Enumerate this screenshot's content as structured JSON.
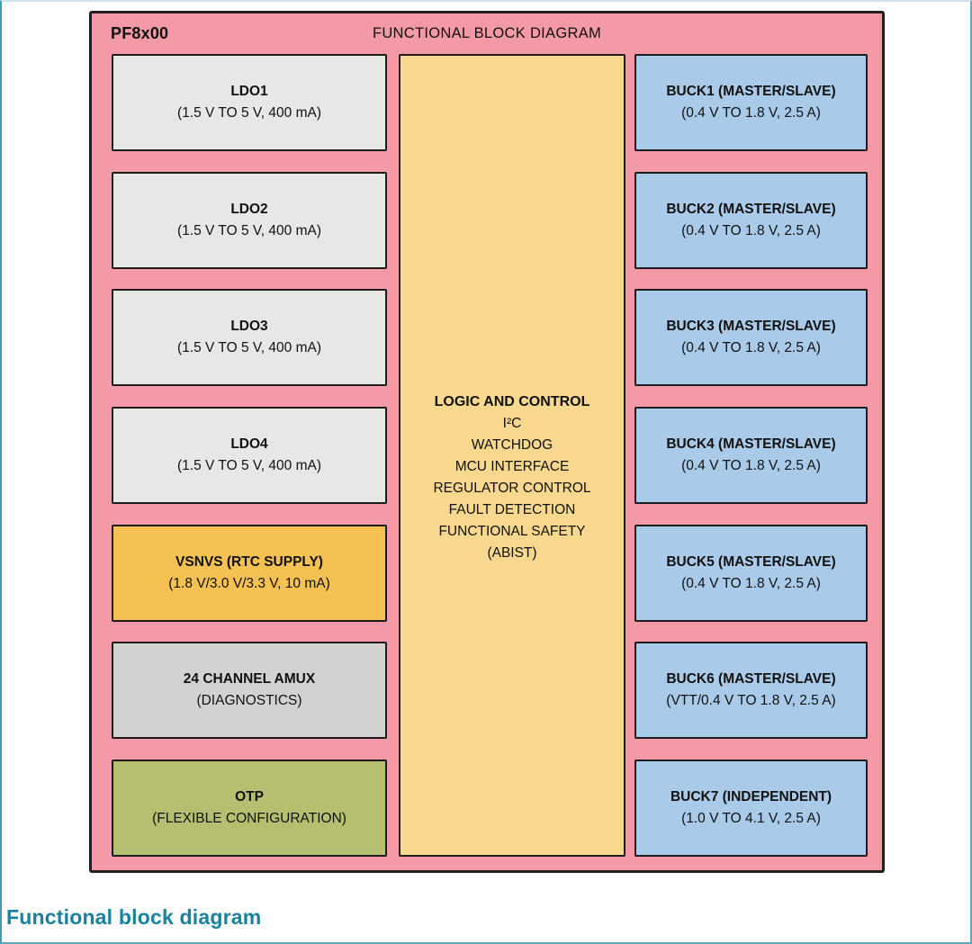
{
  "page": {
    "caption": "Functional block diagram"
  },
  "diagram": {
    "title_left": "PF8x00",
    "title_center": "FUNCTIONAL BLOCK DIAGRAM",
    "colors": {
      "panel": "#f499a6",
      "ldo": "#e7e7e6",
      "vsnvs": "#f6c153",
      "amux": "#d2d2d1",
      "otp": "#b6bf6f",
      "buck": "#a9cae8",
      "logic": "#f8d88f",
      "border": "#1c1c1c",
      "caption": "#1781a0"
    },
    "left_blocks": [
      {
        "id": "ldo1",
        "title": "LDO1",
        "subtitle": "(1.5 V TO 5 V, 400 mA)",
        "color_key": "ldo"
      },
      {
        "id": "ldo2",
        "title": "LDO2",
        "subtitle": "(1.5 V TO 5 V, 400 mA)",
        "color_key": "ldo"
      },
      {
        "id": "ldo3",
        "title": "LDO3",
        "subtitle": "(1.5 V TO 5 V, 400 mA)",
        "color_key": "ldo"
      },
      {
        "id": "ldo4",
        "title": "LDO4",
        "subtitle": "(1.5 V TO 5 V, 400 mA)",
        "color_key": "ldo"
      },
      {
        "id": "vsnvs",
        "title": "VSNVS (RTC SUPPLY)",
        "subtitle": "(1.8 V/3.0 V/3.3 V, 10 mA)",
        "color_key": "vsnvs"
      },
      {
        "id": "amux",
        "title": "24 CHANNEL AMUX",
        "subtitle": "(DIAGNOSTICS)",
        "color_key": "amux"
      },
      {
        "id": "otp",
        "title": "OTP",
        "subtitle": "(FLEXIBLE CONFIGURATION)",
        "color_key": "otp"
      }
    ],
    "center_block": {
      "title": "LOGIC AND CONTROL",
      "lines": [
        "I²C",
        "WATCHDOG",
        "MCU INTERFACE",
        "REGULATOR CONTROL",
        "FAULT DETECTION",
        "FUNCTIONAL SAFETY",
        "(ABIST)"
      ]
    },
    "right_blocks": [
      {
        "id": "buck1",
        "title": "BUCK1 (MASTER/SLAVE)",
        "subtitle": "(0.4 V TO 1.8 V, 2.5 A)",
        "color_key": "buck"
      },
      {
        "id": "buck2",
        "title": "BUCK2 (MASTER/SLAVE)",
        "subtitle": "(0.4 V TO 1.8 V, 2.5 A)",
        "color_key": "buck"
      },
      {
        "id": "buck3",
        "title": "BUCK3 (MASTER/SLAVE)",
        "subtitle": "(0.4 V TO 1.8 V, 2.5 A)",
        "color_key": "buck"
      },
      {
        "id": "buck4",
        "title": "BUCK4 (MASTER/SLAVE)",
        "subtitle": "(0.4 V TO 1.8 V, 2.5 A)",
        "color_key": "buck"
      },
      {
        "id": "buck5",
        "title": "BUCK5 (MASTER/SLAVE)",
        "subtitle": "(0.4 V TO 1.8 V, 2.5 A)",
        "color_key": "buck"
      },
      {
        "id": "buck6",
        "title": "BUCK6 (MASTER/SLAVE)",
        "subtitle": "(VTT/0.4 V TO 1.8 V, 2.5 A)",
        "color_key": "buck"
      },
      {
        "id": "buck7",
        "title": "BUCK7 (INDEPENDENT)",
        "subtitle": "(1.0 V TO 4.1 V, 2.5 A)",
        "color_key": "buck"
      }
    ]
  }
}
